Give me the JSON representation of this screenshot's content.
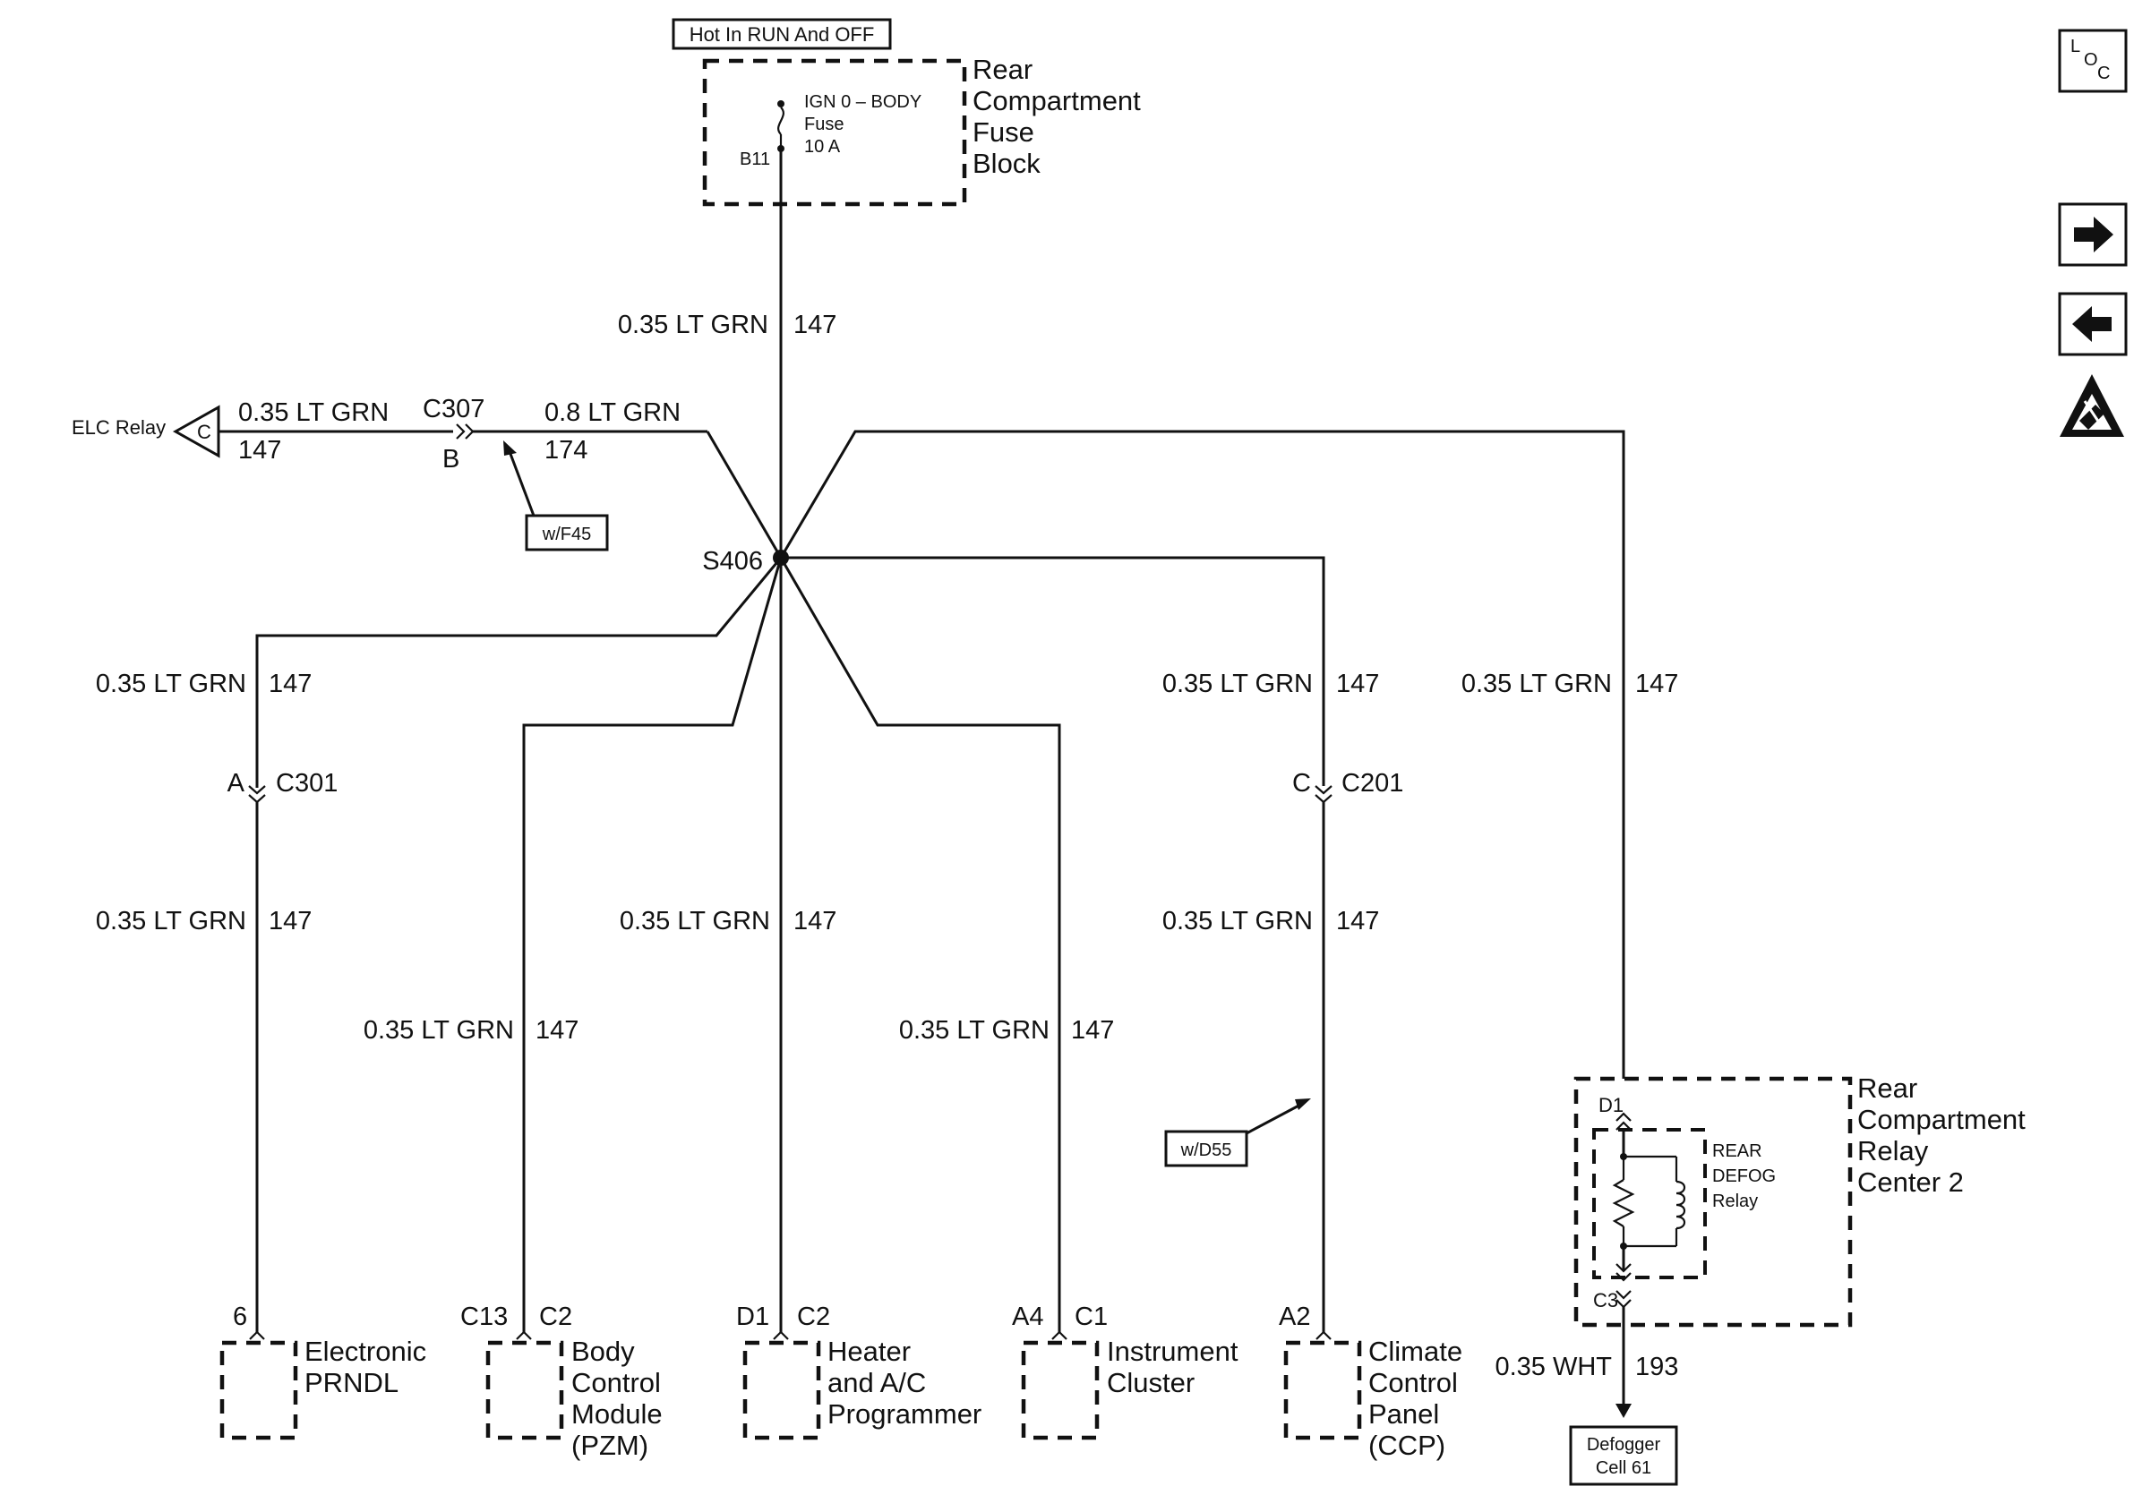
{
  "fuse_block": {
    "hot_label": "Hot In RUN And OFF",
    "fuse_name": "IGN 0 – BODY",
    "fuse_word": "Fuse",
    "fuse_rating": "10 A",
    "terminal": "B11",
    "title": [
      "Rear",
      "Compartment",
      "Fuse",
      "Block"
    ]
  },
  "feed_wire": {
    "gauge_color": "0.35 LT GRN",
    "circuit": "147"
  },
  "elc": {
    "relay_label": "ELC Relay",
    "connector_letter": "C",
    "wire_left": "0.35 LT GRN",
    "circuit_left": "147",
    "connector": "C307",
    "pin": "B",
    "wire_right": "0.8 LT GRN",
    "circuit_right": "174",
    "option": "w/F45"
  },
  "splice": {
    "name": "S406"
  },
  "branches": {
    "prndl_upper": {
      "wire": "0.35 LT GRN",
      "circuit": "147"
    },
    "c301": {
      "pin": "A",
      "connector": "C301"
    },
    "prndl_lower": {
      "wire": "0.35 LT GRN",
      "circuit": "147"
    },
    "bcm": {
      "wire": "0.35 LT GRN",
      "circuit": "147"
    },
    "hvac": {
      "wire": "0.35 LT GRN",
      "circuit": "147"
    },
    "cluster": {
      "wire": "0.35 LT GRN",
      "circuit": "147"
    },
    "ccp_upper": {
      "wire": "0.35 LT GRN",
      "circuit": "147"
    },
    "c201": {
      "pin": "C",
      "connector": "C201"
    },
    "ccp_lower": {
      "wire": "0.35 LT GRN",
      "circuit": "147"
    },
    "ccp_option": "w/D55",
    "defog_feed": {
      "wire": "0.35 LT GRN",
      "circuit": "147"
    }
  },
  "components": {
    "prndl": {
      "pin": "6",
      "name": [
        "Electronic",
        "PRNDL"
      ]
    },
    "bcm": {
      "pin": "C13",
      "connector": "C2",
      "name": [
        "Body",
        "Control",
        "Module",
        "(PZM)"
      ]
    },
    "hvac": {
      "pin": "D1",
      "connector": "C2",
      "name": [
        "Heater",
        "and A/C",
        "Programmer"
      ]
    },
    "cluster": {
      "pin": "A4",
      "connector": "C1",
      "name": [
        "Instrument",
        "Cluster"
      ]
    },
    "ccp": {
      "pin": "A2",
      "name": [
        "Climate",
        "Control",
        "Panel",
        "(CCP)"
      ]
    }
  },
  "relay_center": {
    "title": [
      "Rear",
      "Compartment",
      "Relay",
      "Center 2"
    ],
    "pin_in": "D1",
    "pin_out": "C3",
    "relay_name": [
      "REAR",
      "DEFOG",
      "Relay"
    ],
    "out_wire": "0.35 WHT",
    "out_circuit": "193",
    "destination": [
      "Defogger",
      "Cell 61"
    ]
  },
  "nav": {
    "loc_label": [
      "L",
      "O",
      "C"
    ],
    "icons": [
      "loc-icon",
      "arrow-right-icon",
      "arrow-left-icon",
      "esd-warning-icon"
    ]
  }
}
